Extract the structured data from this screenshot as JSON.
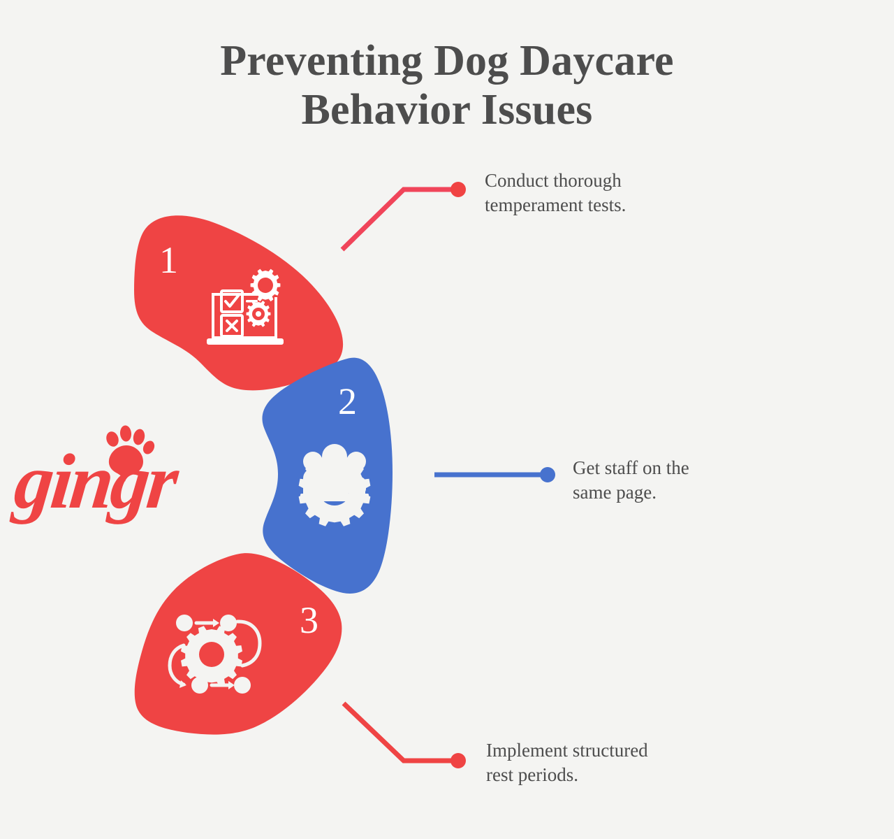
{
  "background_color": "#f4f4f2",
  "title": {
    "line1": "Preventing Dog Daycare",
    "line2": "Behavior Issues",
    "color": "#4d4d4d"
  },
  "brand": {
    "name": "gingr",
    "logo_icon": "paw-print-icon",
    "color": "#ef4444"
  },
  "colors": {
    "red": "#ef4444",
    "red_line": "#f0455a",
    "blue": "#4772ce",
    "white": "#f4f4f2",
    "text": "#4d4d4d"
  },
  "steps": [
    {
      "number": "1",
      "color": "#ef4444",
      "icon": "laptop-checklist-gears-icon",
      "callout": "Conduct thorough\ntemperament tests.",
      "connector": {
        "style": "elbow-up",
        "color": "#f0455a",
        "dot": true
      }
    },
    {
      "number": "2",
      "color": "#4772ce",
      "icon": "team-gear-icon",
      "callout": "Get staff on the\nsame page.",
      "connector": {
        "style": "straight",
        "color": "#4772ce",
        "dot": true
      }
    },
    {
      "number": "3",
      "color": "#ef4444",
      "icon": "workflow-gear-icon",
      "callout": "Implement structured\nrest periods.",
      "connector": {
        "style": "elbow-down",
        "color": "#ef4444",
        "dot": true
      }
    }
  ]
}
